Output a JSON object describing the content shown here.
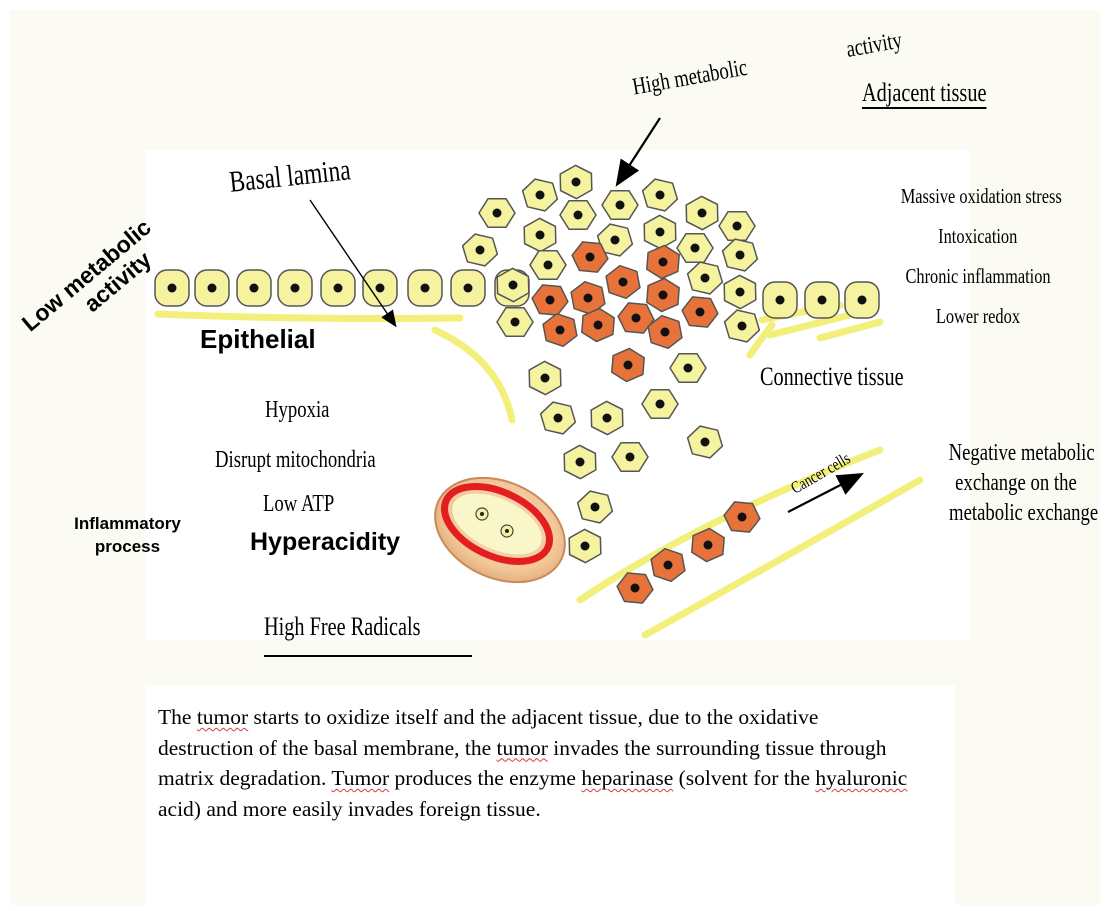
{
  "labels": {
    "adjacent_tissue": "Adjacent tissue",
    "high_metabolic_line1": "High metabolic",
    "high_metabolic_line2": "activity",
    "basal_lamina": "Basal lamina",
    "low_metabolic_line1": "Low metabolic",
    "low_metabolic_line2": "activity",
    "epithelial": "Epithelial",
    "connective_tissue": "Connective tissue",
    "hypoxia": "Hypoxia",
    "disrupt_mitochondria": "Disrupt mitochondria",
    "low_atp": "Low ATP",
    "hyperacidity": "Hyperacidity",
    "inflammatory_line1": "Inflammatory",
    "inflammatory_line2": "process",
    "high_free_radicals": "High Free Radicals",
    "cancer_cells": "Cancer cells",
    "negative_line1": "Negative metabolic",
    "negative_line2": "exchange on the",
    "negative_line3": "metabolic exchange"
  },
  "right_list": [
    "Massive oxidation stress",
    "Intoxication",
    "Chronic inflammation",
    "Lower redox"
  ],
  "paragraph": {
    "p1": "The ",
    "w1": "tumor",
    "p2": " starts to oxidize itself and the adjacent tissue, due to the oxidative destruction of the basal membrane, the ",
    "w2": "tumor",
    "p3": " invades the surrounding tissue through  matrix degradation. ",
    "w3": "Tumor",
    "p4": " produces the enzyme ",
    "w4": "heparinase",
    "p5": " (solvent for the ",
    "w5": "hyaluronic",
    "p6": " acid) and more easily invades foreign tissue."
  },
  "colors": {
    "healthy_cell_fill": "#f5f3a0",
    "cancer_cell_fill": "#e8733a",
    "membrane_line": "#f2ef7a",
    "vessel_rim": "#e31e1e"
  },
  "icons": [
    "nucleus-dot",
    "arrow-pointer",
    "blood-vessel-cross-section"
  ]
}
